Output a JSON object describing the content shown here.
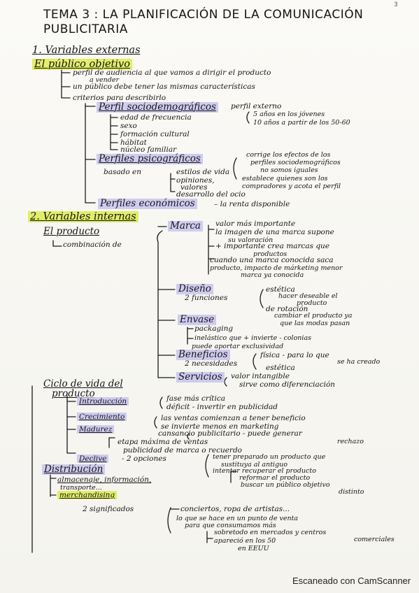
{
  "page_number": "3",
  "title": {
    "line1": "TEMA 3 : LA PLANIFICACIÓN DE LA COMUNICACIÓN",
    "line2": "PUBLICITARIA"
  },
  "section1": {
    "heading": "1. Variables externas",
    "publico": {
      "label": "El público objetivo",
      "items": [
        "perfil de audiencia al que vamos a dirigir el producto",
        "a vender",
        "un público debe tener las mismas características",
        "criterios para describirlo"
      ],
      "criterios": [
        {
          "label": "Perfil sociodemográficos",
          "note": "perfil externo",
          "subitems": [
            "edad de frecuencia",
            "sexo",
            "formación cultural",
            "hábitat",
            "núcleo familiar"
          ],
          "edad_notes": [
            "5 años en los jóvenes",
            "10 años a partir de los 50-60"
          ]
        },
        {
          "label": "Perfiles psicográficos",
          "basado": "basado en",
          "estilos": "estilos de vida",
          "opiniones": "opiniones,",
          "valores": "valores",
          "desarrollo": "desarrollo del ocio",
          "notes": [
            "corrige los efectos de los",
            "perfiles sociodemográficos",
            "no somos iguales",
            "establece quienes son los",
            "compradores y acota el perfil"
          ]
        },
        {
          "label": "Perfiles económicos",
          "note": "– la renta disponible"
        }
      ]
    }
  },
  "section2": {
    "heading": "2. Variables internas",
    "producto": {
      "label": "El producto",
      "combinacion": "combinación de",
      "marca": {
        "label": "Marca",
        "notes": [
          "valor más importante",
          "la imagen de una marca supone",
          "su valoración",
          "+ importante crea marcas que",
          "productos",
          "cuando una marca conocida saca",
          "producto, impacto de márketing menor",
          "marca ya conocida"
        ]
      },
      "diseno": {
        "label": "Diseño",
        "funciones": "2 funciones",
        "notes": [
          "estética",
          "hacer deseable el",
          "producto",
          "de rotación",
          "cambiar el producto ya",
          "que las modas pasan"
        ]
      },
      "envase": {
        "label": "Envase",
        "notes": [
          "packaging",
          "inelástico que + invierte - colonias",
          "puede aportar exclusividad"
        ]
      },
      "beneficios": {
        "label": "Beneficios",
        "necesidades": "2 necesidades",
        "notes": [
          "física - para lo que",
          "se ha creado",
          "estética"
        ]
      },
      "servicios": {
        "label": "Servicios",
        "notes": [
          "valor intangible",
          "sirve como diferenciación"
        ]
      }
    },
    "ciclo": {
      "label": "Ciclo de vida del",
      "label2": "producto",
      "fases": [
        {
          "label": "Introducción",
          "notes": [
            "fase más crítica",
            "déficit - invertir en publicidad"
          ]
        },
        {
          "label": "Crecimiento",
          "notes": [
            "las ventas comienzan a tener beneficio",
            "se invierte menos en marketing"
          ]
        },
        {
          "label": "Madurez",
          "notes": [
            "cansancio publicitario - puede generar",
            "rechazo",
            "etapa máxima de ventas",
            "publicidad de marca o recuerdo"
          ]
        },
        {
          "label": "Declive",
          "opciones": "- 2 opciones",
          "notes": [
            "tener preparado un producto que",
            "sustituya al antiguo",
            "intentar recuperar el producto",
            "reformar el producto",
            "buscar un público objetivo",
            "distinto"
          ]
        }
      ]
    },
    "distribucion": {
      "label": "Distribución",
      "items": [
        "almacenaje, información,",
        "transporte...",
        "merchandising"
      ],
      "significados": "2 significados",
      "notes": [
        "conciertos, ropa de artistas...",
        "lo que se hace en un punto de venta",
        "para que consumamos más",
        "sobretodo en mercados y centros",
        "comerciales",
        "apareció en los 50",
        "en EEUU"
      ]
    }
  },
  "footer": "Escaneado con CamScanner"
}
